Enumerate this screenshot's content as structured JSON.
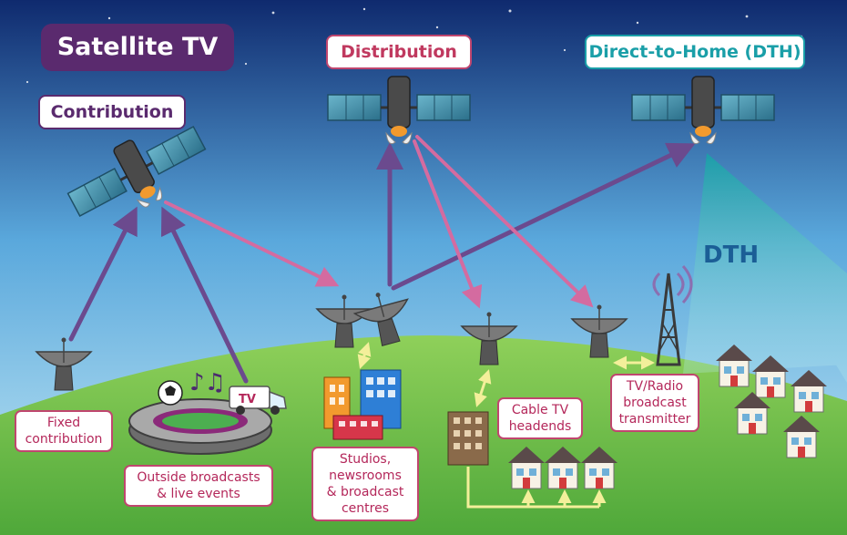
{
  "headings": {
    "main_title": "Satellite TV",
    "contribution": "Contribution",
    "distribution": "Distribution",
    "dth": "Direct-to-Home (DTH)"
  },
  "beam_label": "DTH",
  "van_label": "TV",
  "labels": {
    "fixed_line1": "Fixed",
    "fixed_line2": "contribution",
    "outside_line1": "Outside broadcasts",
    "outside_line2": "& live events",
    "studios_line1": "Studios,",
    "studios_line2": "newsrooms",
    "studios_line3": "& broadcast",
    "studios_line4": "centres",
    "cable_line1": "Cable TV",
    "cable_line2": "headends",
    "radio_line1": "TV/Radio",
    "radio_line2": "broadcast",
    "radio_line3": "transmitter"
  },
  "colors": {
    "uplink_arrow": "#6b4a8e",
    "downlink_arrow": "#d46ba0",
    "local_link": "#f3ef9a",
    "brand_purple": "#5a2a6e",
    "label_pink": "#b4275a",
    "dth_teal": "#1a9fa8",
    "sky_top": "#0f2a6e",
    "sky_bottom": "#bfe7f5",
    "ground": "#6fbf45"
  }
}
